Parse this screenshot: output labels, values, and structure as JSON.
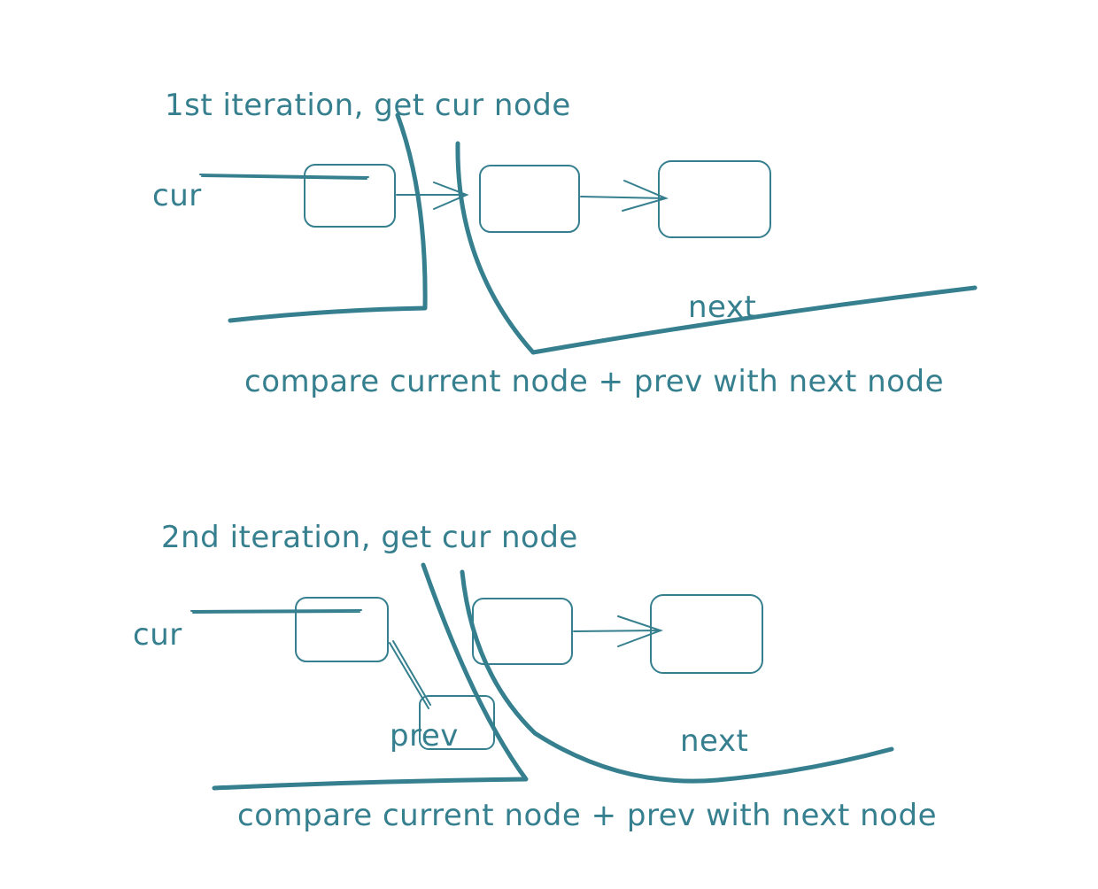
{
  "colors": {
    "ink": "#357f8f",
    "background": "#ffffff"
  },
  "iteration1": {
    "title": "1st iteration, get cur node",
    "cur_label": "cur",
    "next_label": "next",
    "caption": "compare current node + prev with next node"
  },
  "iteration2": {
    "title": "2nd iteration, get cur node",
    "cur_label": "cur",
    "prev_label": "prev",
    "next_label": "next",
    "caption": "compare current node + prev with next node"
  }
}
